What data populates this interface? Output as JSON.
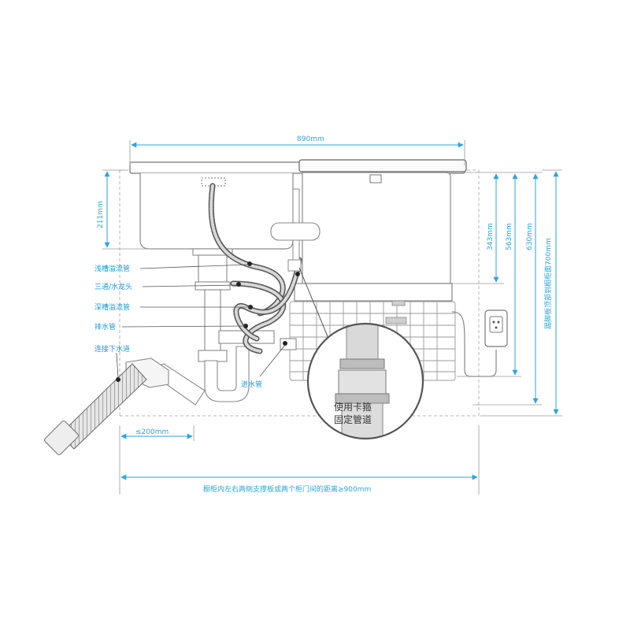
{
  "colors": {
    "dimension": "#2aa6e0",
    "label": "#1e9bd8",
    "outline": "#9a9a9a",
    "pipe_dark": "#4a4a4a",
    "dashed": "#b5b5b5"
  },
  "dimensions": {
    "width_890": "890mm",
    "height_211": "211mm",
    "height_343": "343mm",
    "height_563": "563mm",
    "height_630": "630mm",
    "height_700": "踢脚板顶部到橱柜面700mm",
    "offset_200": "≤200mm",
    "cabinet_width": "橱柜内左右两侧支撑板或两个柜门间的距离≥900mm"
  },
  "labels": {
    "shallow_overflow": "浅槽溢流管",
    "tee_faucet": "三通/水龙头",
    "deep_overflow": "深槽溢流管",
    "drain_pipe": "排水管",
    "sewer_connect": "连接下水道",
    "inlet_pipe": "进水管"
  },
  "magnifier": {
    "line1": "使用卡箍",
    "line2": "固定管道"
  },
  "icons": {
    "power_socket": "power-socket-icon",
    "sink": "sink-basin-icon",
    "dishwasher": "dishwasher-icon"
  }
}
